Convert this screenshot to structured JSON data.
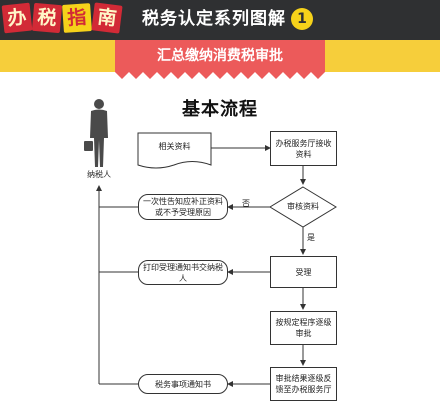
{
  "header": {
    "badges": [
      "办",
      "税",
      "指",
      "南"
    ],
    "title": "税务认定系列图解",
    "number": "1"
  },
  "banner": {
    "text": "汇总缴纳消费税审批"
  },
  "flow": {
    "title": "基本流程",
    "person_label": "纳税人",
    "nodes": {
      "materials": "相关资料",
      "hall_receive": "办税服务厅接收资料",
      "review": "审核资料",
      "inform_correct": "一次性告知应补正资料或不予受理原因",
      "accept": "受理",
      "print_notice": "打印受理通知书交纳税人",
      "approve": "按规定程序逐级审批",
      "feedback": "审批结果逐级反馈至办税服务厅",
      "tax_notice": "税务事项通知书"
    },
    "edges": {
      "no": "否",
      "yes": "是"
    }
  }
}
